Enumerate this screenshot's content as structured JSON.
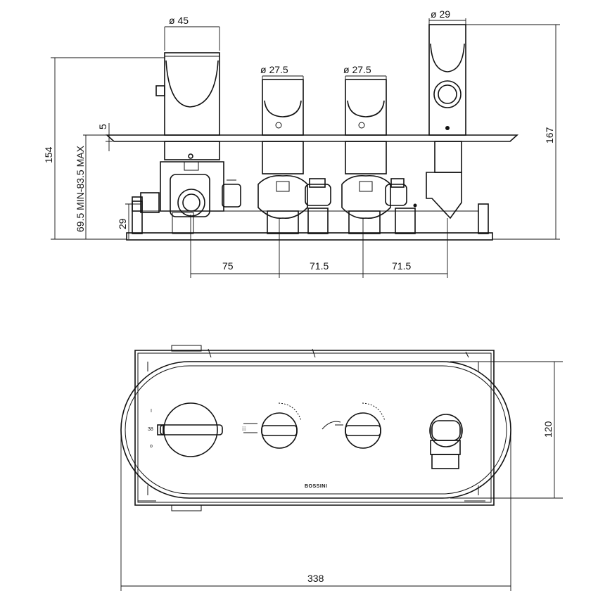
{
  "colors": {
    "line": "#111111",
    "background": "#ffffff"
  },
  "side_view": {
    "diameters": {
      "d45": "ø 45",
      "d27_left": "ø 27.5",
      "d27_right": "ø 27.5",
      "d29": "ø 29"
    },
    "vertical": {
      "h154": "154",
      "h167": "167",
      "range": "69.5 MIN-83.5 MAX",
      "h5": "5",
      "h29": "29"
    },
    "horizontal": {
      "w75": "75",
      "w71_left": "71.5",
      "w71_right": "71.5"
    }
  },
  "front_view": {
    "width": "338",
    "height": "120",
    "brand": "BOSSINI",
    "scale_marks": [
      "I",
      "38",
      "o"
    ]
  }
}
